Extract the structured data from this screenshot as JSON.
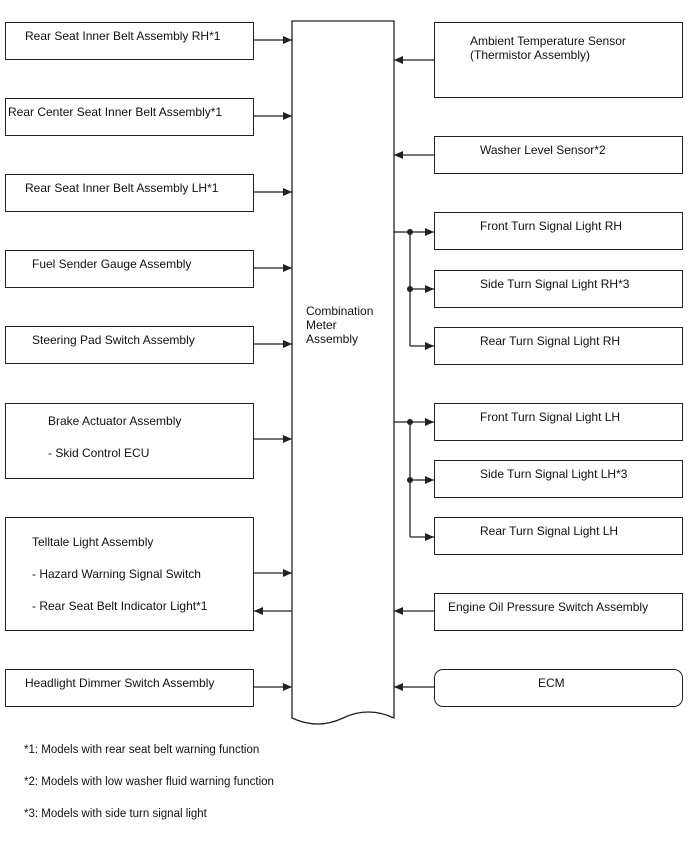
{
  "center": {
    "label": "Combination\nMeter\nAssembly"
  },
  "left": {
    "rear_rh": "Rear Seat Inner Belt Assembly RH*1",
    "rear_center": "Rear Center Seat Inner Belt Assembly*1",
    "rear_lh": "Rear Seat Inner Belt Assembly LH*1",
    "fuel": "Fuel Sender Gauge Assembly",
    "steering": "Steering Pad Switch Assembly",
    "brake": {
      "title": "Brake Actuator Assembly",
      "sub": "- Skid Control ECU"
    },
    "telltale": {
      "title": "Telltale Light Assembly",
      "sub1": "- Hazard Warning Signal Switch",
      "sub2": "- Rear Seat Belt Indicator Light*1"
    },
    "headlight": "Headlight Dimmer Switch Assembly"
  },
  "right": {
    "ambient": "Ambient Temperature Sensor\n(Thermistor Assembly)",
    "washer": "Washer Level Sensor*2",
    "front_rh": "Front Turn Signal Light RH",
    "side_rh": "Side Turn Signal Light RH*3",
    "rear_rh": "Rear Turn Signal Light RH",
    "front_lh": "Front Turn Signal Light LH",
    "side_lh": "Side Turn Signal Light LH*3",
    "rear_lh": "Rear Turn Signal Light LH",
    "oil": "Engine Oil Pressure Switch Assembly",
    "ecm": "ECM"
  },
  "notes": {
    "n1": "*1: Models with rear seat belt warning function",
    "n2": "*2: Models with low washer fluid warning function",
    "n3": "*3: Models with side turn signal light"
  }
}
